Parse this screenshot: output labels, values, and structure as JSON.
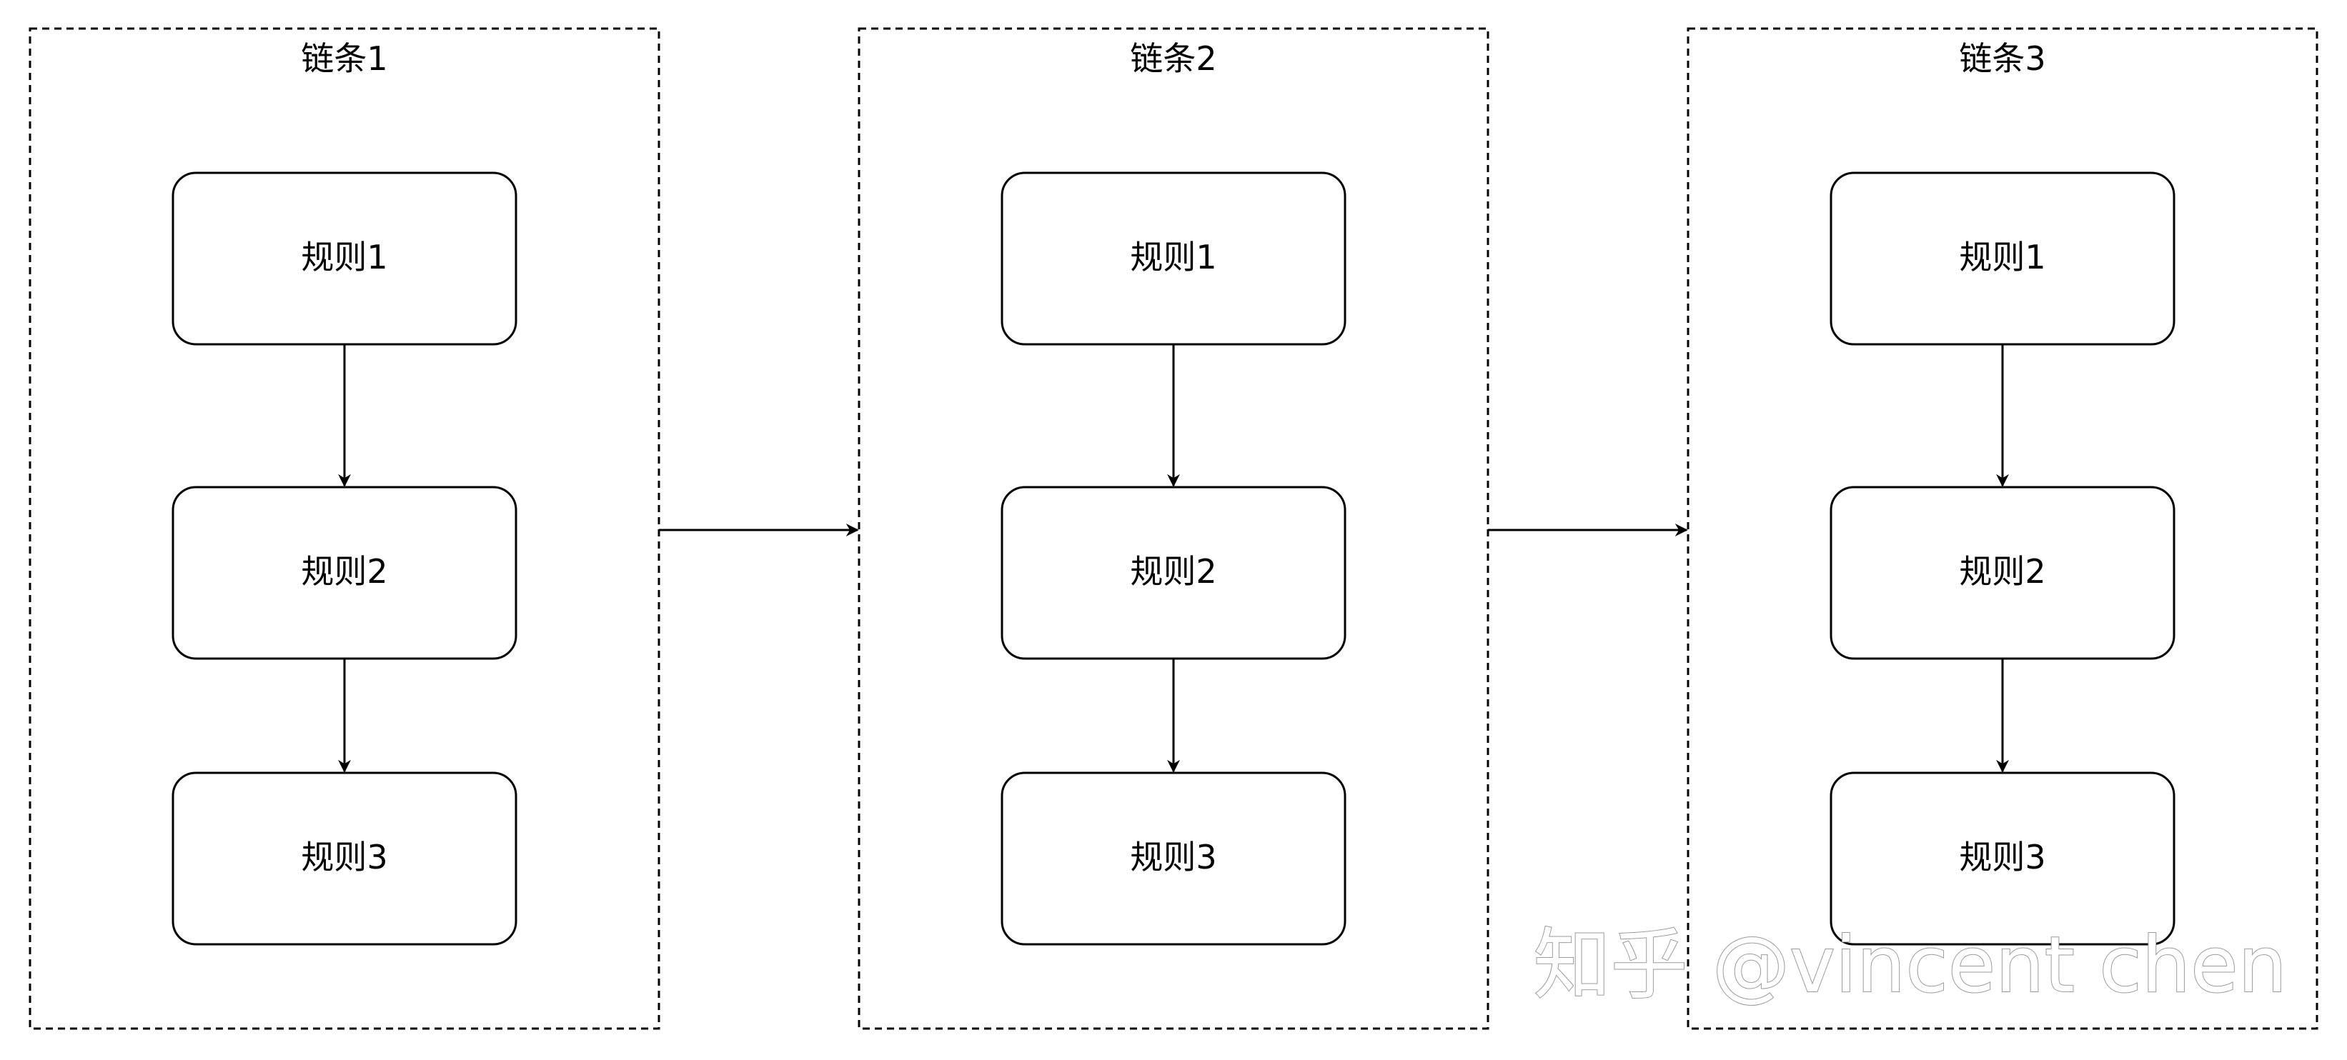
{
  "diagram": {
    "chains": [
      {
        "label": "链条1",
        "rules": [
          {
            "label": "规则1"
          },
          {
            "label": "规则2"
          },
          {
            "label": "规则3"
          }
        ]
      },
      {
        "label": "链条2",
        "rules": [
          {
            "label": "规则1"
          },
          {
            "label": "规则2"
          },
          {
            "label": "规则3"
          }
        ]
      },
      {
        "label": "链条3",
        "rules": [
          {
            "label": "规则1"
          },
          {
            "label": "规则2"
          },
          {
            "label": "规则3"
          }
        ]
      }
    ],
    "watermark": "知乎 @vincent chen"
  },
  "colors": {
    "stroke": "#000000",
    "background": "#ffffff",
    "watermark_outline": "#9a9a9a"
  }
}
